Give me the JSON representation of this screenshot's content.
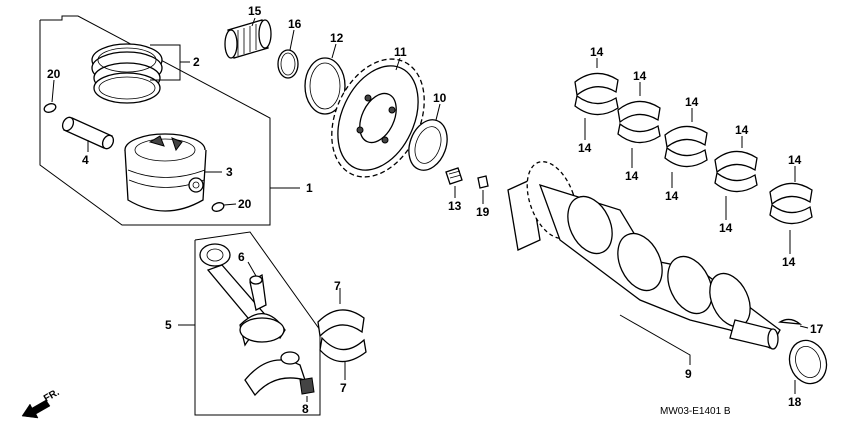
{
  "diagram": {
    "callouts": {
      "c1": "1",
      "c2": "2",
      "c3": "3",
      "c4": "4",
      "c5": "5",
      "c6": "6",
      "c7a": "7",
      "c7b": "7",
      "c8": "8",
      "c9": "9",
      "c10": "10",
      "c11": "11",
      "c12": "12",
      "c13": "13",
      "c14": "14",
      "c15": "15",
      "c16": "16",
      "c17": "17",
      "c18": "18",
      "c19": "19",
      "c20a": "20",
      "c20b": "20"
    },
    "front_arrow_label": "FR.",
    "drawing_code": "MW03-E1401 B"
  }
}
